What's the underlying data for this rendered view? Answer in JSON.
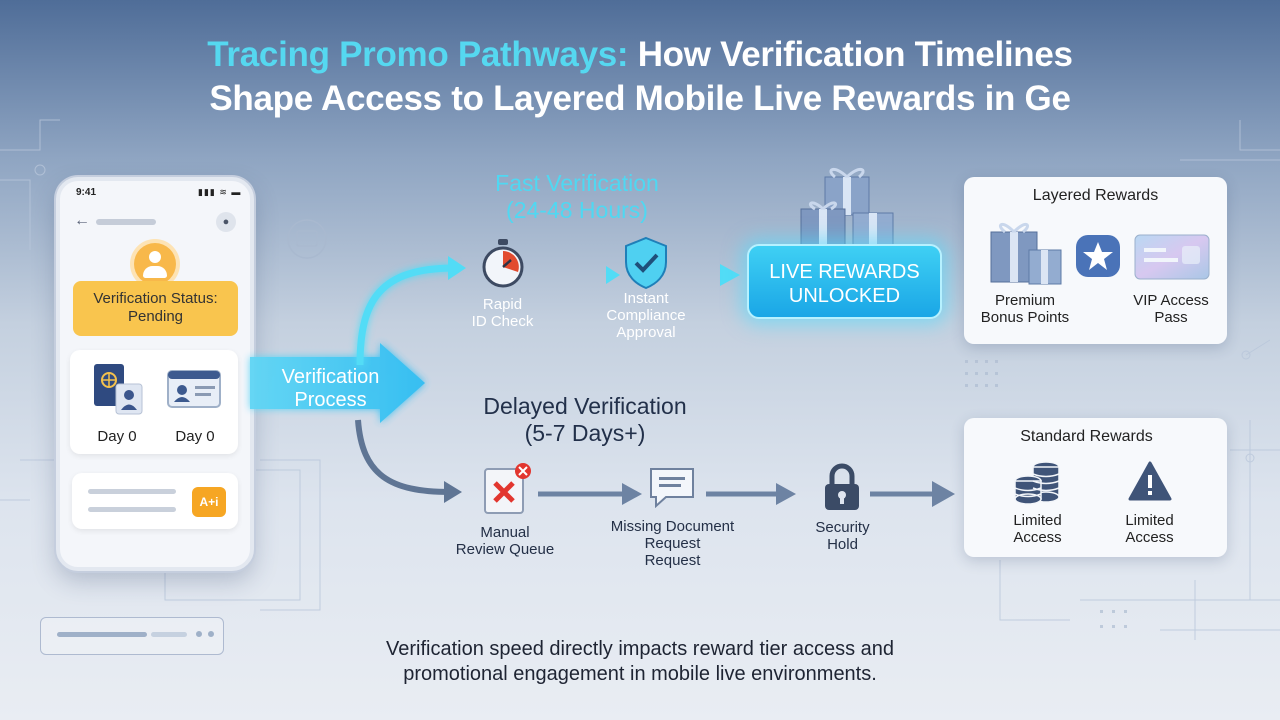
{
  "title": {
    "line1_highlight": "Tracing Promo Pathways:",
    "line1_rest": " How Verification Timelines",
    "line2": "Shape Access to Layered Mobile Live Rewards in Ge"
  },
  "phone": {
    "time": "9:41",
    "status_icons": "▮▮▮ ≋ ▬",
    "verification_status": "Verification Status:\nPending",
    "documents": [
      {
        "icon": "passport-icon",
        "label": "Day 0"
      },
      {
        "icon": "id-card-icon",
        "label": "Day 0"
      }
    ],
    "ai_button": "A+i"
  },
  "process_label": "Verification Process",
  "fast_path": {
    "title": "Fast Verification",
    "subtitle": "(24-48 Hours)",
    "steps": [
      {
        "icon": "stopwatch-icon",
        "label": "Rapid\nID Check"
      },
      {
        "icon": "shield-check-icon",
        "label": "Instant\nCompliance\nApproval"
      }
    ],
    "result": "LIVE REWARDS\nUNLOCKED"
  },
  "delayed_path": {
    "title": "Delayed Verification",
    "subtitle": "(5-7 Days+)",
    "steps": [
      {
        "icon": "rejected-document-icon",
        "label": "Manual\nReview Queue"
      },
      {
        "icon": "message-icon",
        "label": "Missing Document\nRequest\nRequest"
      },
      {
        "icon": "lock-icon",
        "label": "Security\nHold"
      }
    ]
  },
  "layered_rewards": {
    "title": "Layered Rewards",
    "items": [
      {
        "icon": "gift-box-icon",
        "label": "Premium\nBonus Points"
      },
      {
        "icon": "star-badge-icon",
        "label": ""
      },
      {
        "icon": "vip-card-icon",
        "label": "VIP Access\nPass"
      }
    ]
  },
  "standard_rewards": {
    "title": "Standard Rewards",
    "items": [
      {
        "icon": "coin-stack-icon",
        "label": "Limited\nAccess"
      },
      {
        "icon": "warning-icon",
        "label": "Limited\nAccess"
      }
    ]
  },
  "footer": "Verification speed directly impacts reward tier access and\npromotional engagement in mobile live environments.",
  "colors": {
    "fast_accent": "#4fd8f2",
    "delayed_accent": "#5f7594",
    "pending": "#f9c54e",
    "title_highlight": "#55d8f0"
  }
}
